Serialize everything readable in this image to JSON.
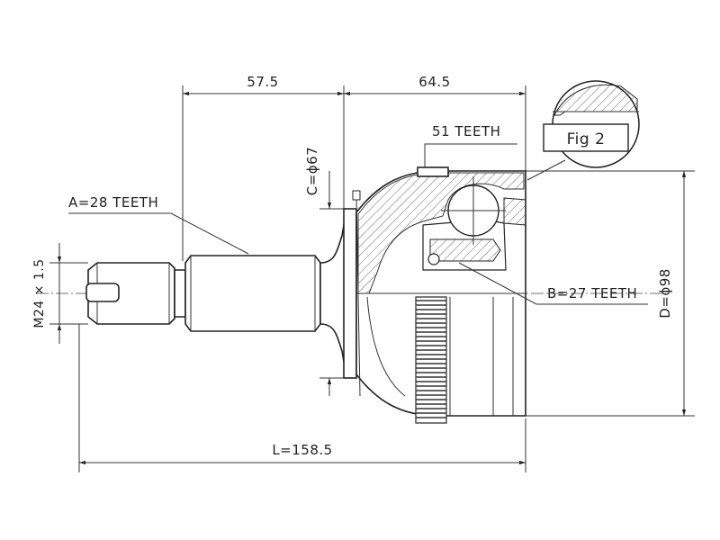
{
  "dimensions": {
    "length_stub": "57.5",
    "length_bell": "64.5",
    "overall_length": "L=158.5",
    "outer_teeth": "51 TEETH",
    "stub_spline": "A=28 TEETH",
    "inner_spline": "B=27 TEETH",
    "seal_diameter": "C=ϕ67",
    "outer_diameter": "D=ϕ98",
    "thread": "M24 × 1.5"
  },
  "figure_label": "Fig 2"
}
